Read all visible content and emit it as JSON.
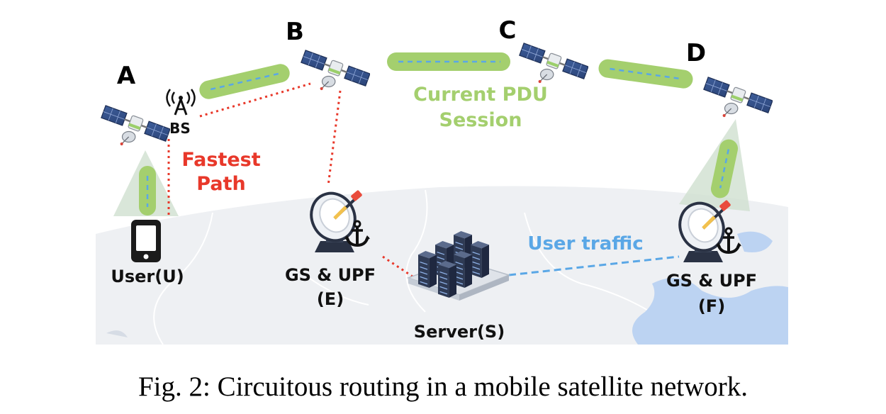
{
  "satellites": {
    "a": "A",
    "b": "B",
    "c": "C",
    "d": "D"
  },
  "labels": {
    "bs": "BS",
    "fastest_path_line1": "Fastest",
    "fastest_path_line2": "Path",
    "current_pdu_line1": "Current PDU",
    "current_pdu_line2": "Session",
    "user": "User(U)",
    "gs_e_line1": "GS & UPF",
    "gs_e_line2": "(E)",
    "gs_f_line1": "GS & UPF",
    "gs_f_line2": "(F)",
    "server": "Server(S)",
    "user_traffic": "User traffic"
  },
  "caption": "Fig. 2: Circuitous routing in a mobile satellite network.",
  "colors": {
    "pdu_green": "#a4cf6e",
    "fastest_red": "#e8382a",
    "traffic_blue": "#5aa7e6",
    "map_bg": "#eef0f3",
    "water": "#bcd3f2"
  }
}
